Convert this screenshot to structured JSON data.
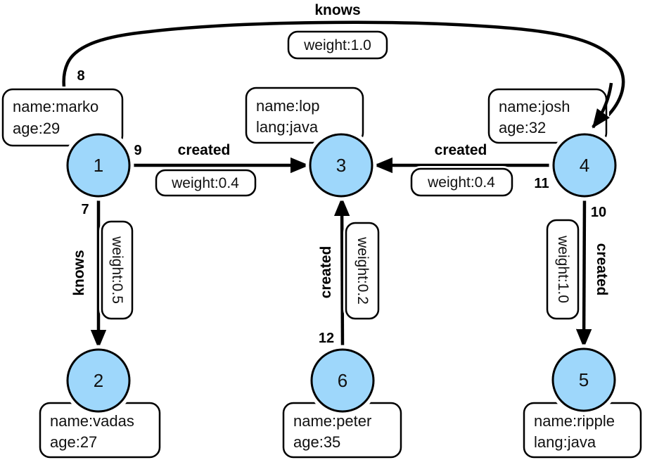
{
  "colors": {
    "node_fill": "#9ED7FB",
    "stroke": "#000000",
    "background": "#FFFFFF"
  },
  "nodes": {
    "n1": {
      "label": "1",
      "line1": "name:marko",
      "line2": "age:29"
    },
    "n2": {
      "label": "2",
      "line1": "name:vadas",
      "line2": "age:27"
    },
    "n3": {
      "label": "3",
      "line1": "name:lop",
      "line2": "lang:java"
    },
    "n4": {
      "label": "4",
      "line1": "name:josh",
      "line2": "age:32"
    },
    "n5": {
      "label": "5",
      "line1": "name:ripple",
      "line2": "lang:java"
    },
    "n6": {
      "label": "6",
      "line1": "name:peter",
      "line2": "age:35"
    }
  },
  "edges": {
    "e7": {
      "id": "7",
      "label": "knows",
      "weight": "weight:0.5"
    },
    "e8": {
      "id": "8",
      "label": "knows",
      "weight": "weight:1.0"
    },
    "e9": {
      "id": "9",
      "label": "created",
      "weight": "weight:0.4"
    },
    "e10": {
      "id": "10",
      "label": "created",
      "weight": "weight:1.0"
    },
    "e11": {
      "id": "11",
      "label": "created",
      "weight": "weight:0.4"
    },
    "e12": {
      "id": "12",
      "label": "created",
      "weight": "weight:0.2"
    }
  }
}
